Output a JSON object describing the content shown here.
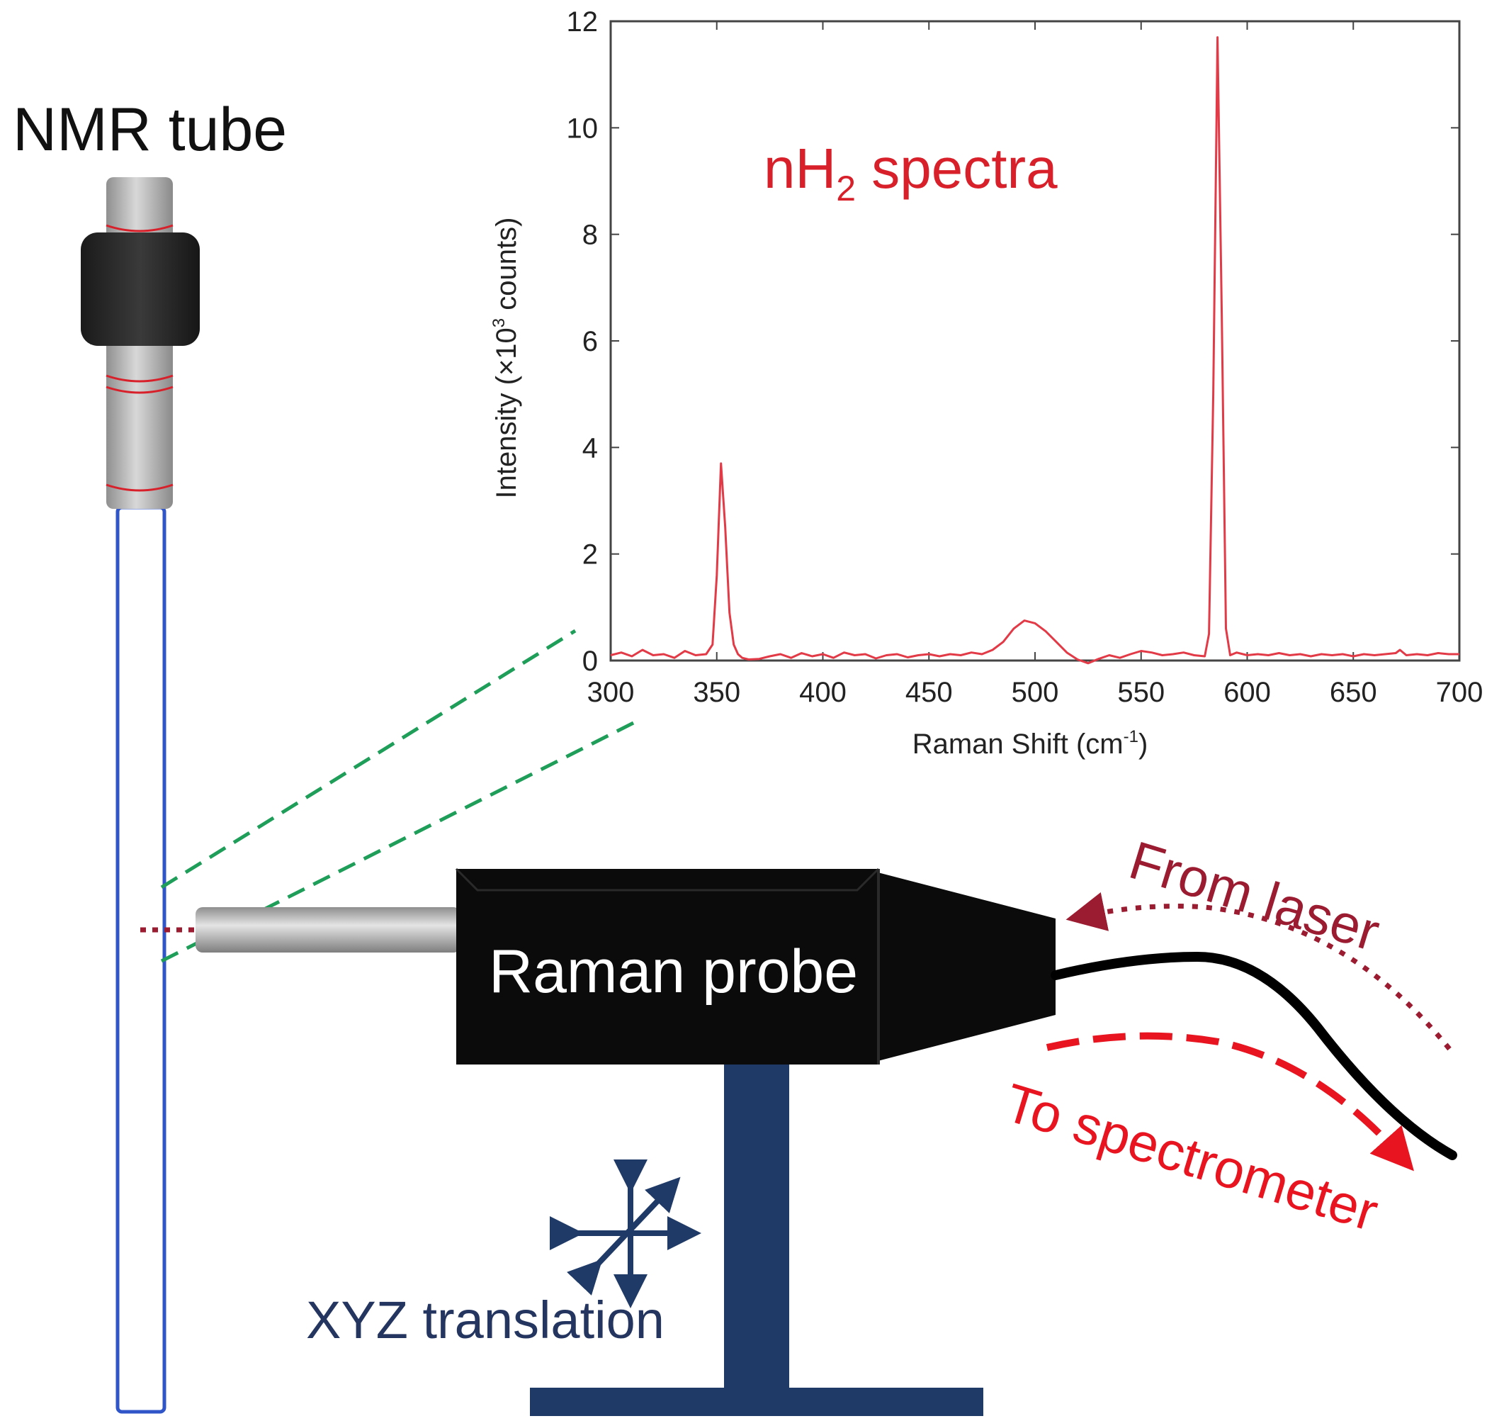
{
  "labels": {
    "nmr_tube": "NMR tube",
    "spectrum_title_main": "nH",
    "spectrum_title_sub": "2",
    "spectrum_title_rest": " spectra",
    "raman_probe": "Raman probe",
    "xyz_translation": "XYZ translation",
    "from_laser": "From laser",
    "to_spectrometer": "To spectrometer"
  },
  "colors": {
    "tube_outline": "#2f55c8",
    "cap": "#2a2a2a",
    "tube_top": "#b9b9b9",
    "probe_body": "#0b0b0b",
    "stand": "#1f3a66",
    "beam_lines": "#1f9e5a",
    "laser_path": "#9b1b30",
    "return_path": "#e8141f",
    "spectrum_line": "#e23a46",
    "spectrum_title": "#d8202a"
  },
  "chart_data": {
    "type": "line",
    "xlabel_main": "Raman Shift (cm",
    "xlabel_sup": "-1",
    "xlabel_end": ")",
    "ylabel_main": "Intensity (×10",
    "ylabel_sup": "3",
    "ylabel_end": " counts)",
    "xlim": [
      300,
      700
    ],
    "ylim": [
      0,
      12
    ],
    "xticks": [
      300,
      350,
      400,
      450,
      500,
      550,
      600,
      650,
      700
    ],
    "yticks": [
      0,
      2,
      4,
      6,
      8,
      10,
      12
    ],
    "grid": false,
    "series": [
      {
        "x": [
          300,
          305,
          310,
          315,
          320,
          325,
          330,
          335,
          340,
          345,
          348,
          350,
          352,
          354,
          356,
          358,
          360,
          362,
          365,
          370,
          375,
          380,
          385,
          390,
          395,
          400,
          405,
          410,
          415,
          420,
          425,
          430,
          435,
          440,
          445,
          450,
          455,
          460,
          465,
          470,
          475,
          480,
          485,
          490,
          495,
          500,
          505,
          510,
          515,
          520,
          525,
          530,
          535,
          540,
          545,
          550,
          555,
          560,
          565,
          570,
          575,
          580,
          582,
          584,
          586,
          588,
          590,
          592,
          595,
          600,
          605,
          610,
          615,
          620,
          625,
          630,
          635,
          640,
          645,
          650,
          655,
          660,
          665,
          670,
          672,
          675,
          680,
          685,
          690,
          695,
          700
        ],
        "y": [
          0.1,
          0.15,
          0.08,
          0.2,
          0.1,
          0.12,
          0.05,
          0.18,
          0.1,
          0.12,
          0.3,
          1.6,
          3.7,
          2.5,
          0.9,
          0.3,
          0.12,
          0.05,
          0.02,
          0.03,
          0.08,
          0.12,
          0.05,
          0.14,
          0.08,
          0.12,
          0.05,
          0.15,
          0.1,
          0.12,
          0.04,
          0.1,
          0.12,
          0.06,
          0.1,
          0.12,
          0.08,
          0.12,
          0.1,
          0.15,
          0.12,
          0.2,
          0.35,
          0.6,
          0.75,
          0.7,
          0.55,
          0.35,
          0.15,
          0.02,
          -0.05,
          0.03,
          0.1,
          0.05,
          0.12,
          0.18,
          0.15,
          0.1,
          0.12,
          0.15,
          0.1,
          0.08,
          0.5,
          5.0,
          11.7,
          6.5,
          0.6,
          0.1,
          0.15,
          0.1,
          0.12,
          0.1,
          0.14,
          0.1,
          0.12,
          0.08,
          0.12,
          0.1,
          0.12,
          0.08,
          0.12,
          0.1,
          0.12,
          0.14,
          0.2,
          0.1,
          0.12,
          0.1,
          0.14,
          0.12,
          0.12
        ]
      }
    ]
  }
}
